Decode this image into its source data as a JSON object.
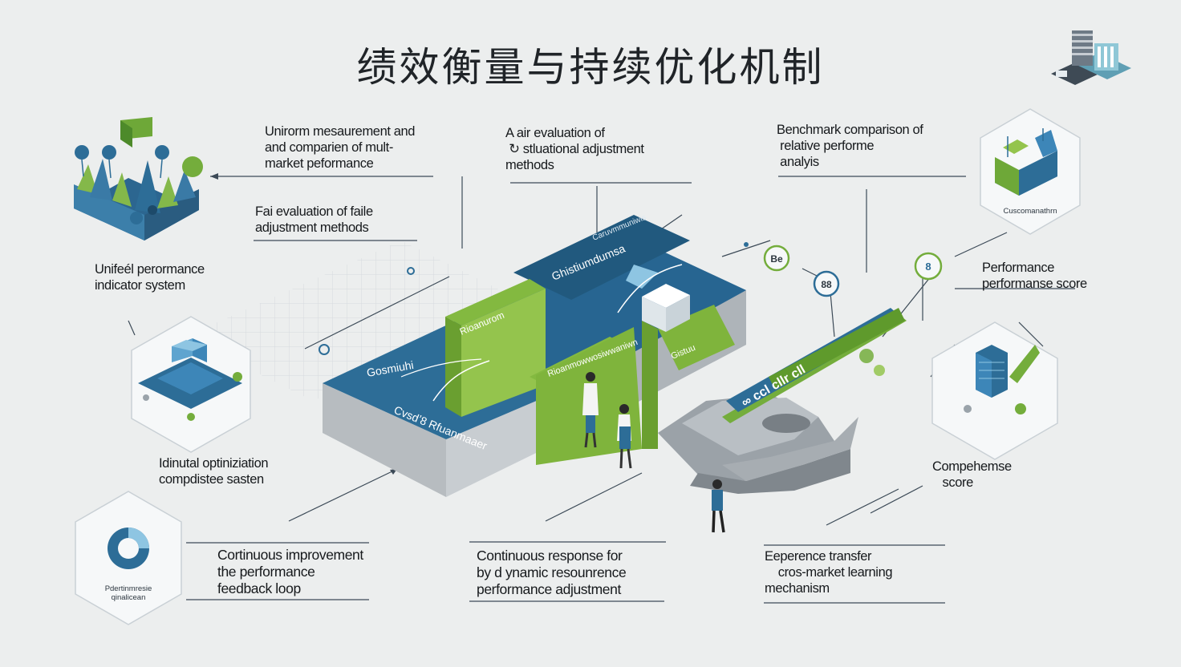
{
  "title": "绩效衡量与持续优化机制",
  "labels": {
    "uniform_measurement": "Unirorm mesaurement and\nand comparien of mult-\nmarket peformance",
    "fair_evaluation_top": "A air evaluation of\n ↻ stluational adjustment\nmethods",
    "benchmark": "Benchmark comparison of\n relative performe\n analyis",
    "fair_evaluation_left": "Fai evaluation of faile\nadjustment methods",
    "unified_indicator": "Unifeél perormance\nindicator system",
    "performance_score": "Performance\nperformanse score",
    "optimization_system": "Idinutal optiniziation\ncompdistee sasten",
    "comprehensive_score": "Compehemse\n   score",
    "continuous_improvement": "Cortinuous improvement\nthe performance\nfeedback loop",
    "continuous_response": "Continuous response for\nby d ynamic resounrence\nperformance adjustment",
    "experience_transfer": "Eeperence transfer\n    cros-market learning\nmechanism"
  },
  "hex_captions": {
    "benchmark_hex": "Cuscomanathrn",
    "feedback_hex": "Pdertinmresie\nqinalicean"
  },
  "block_text": {
    "top_panel": "Ghistiumdumsa",
    "top_small": "Caruvmmuniwis",
    "left_panel": "Gosmiuhi",
    "front_panel": "Cvsdʼ8 Rfuanmaaer",
    "green_mid": "Rioanurom",
    "green_front": "Rioanmowwosiwwaniwn",
    "green_right": "Gistuu",
    "ribbon": "∞ ccl cllr cll"
  },
  "badges": {
    "badge_1": "Be",
    "badge_2": "88",
    "badge_3": "8"
  },
  "colors": {
    "blue": "#2d6d97",
    "blue_dark": "#21597e",
    "green": "#7fb43c",
    "green_light": "#94c44d",
    "gray": "#8f969c",
    "line": "#3c4a57"
  }
}
